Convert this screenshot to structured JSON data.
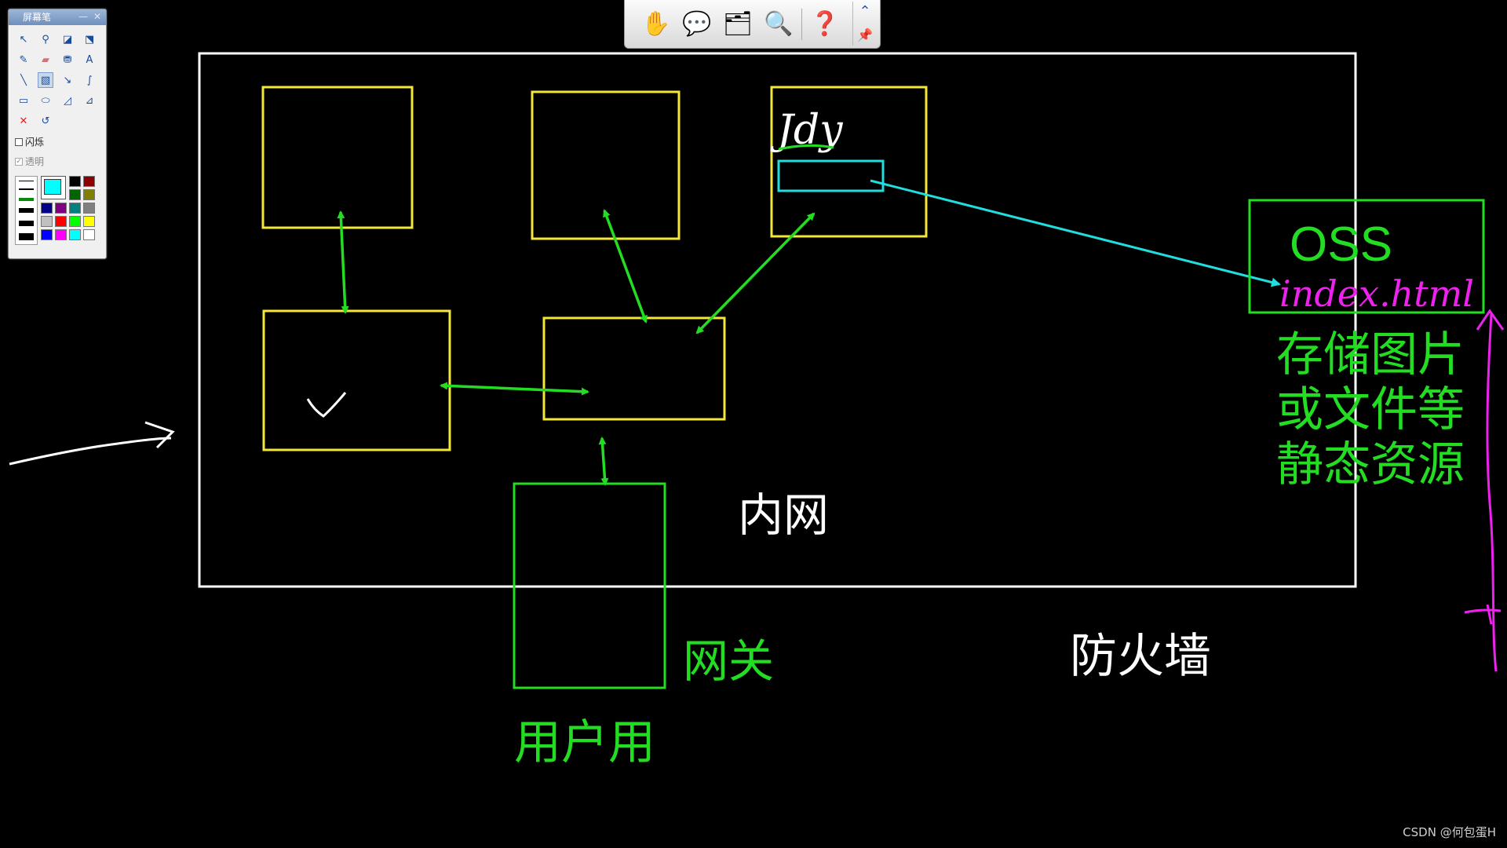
{
  "pen_window": {
    "title": "屏幕笔",
    "minimize": "—",
    "close": "✕",
    "tools": [
      "select-icon",
      "zoom-icon",
      "screenshot-icon",
      "pin-icon",
      "pen-icon",
      "eraser-icon",
      "fill-icon",
      "text-icon",
      "line-icon",
      "highlight-icon",
      "arrow-icon",
      "curve-icon",
      "rectangle-icon",
      "ellipse-icon",
      "polygon-icon",
      "polyline-icon",
      "clear-icon",
      "undo-icon"
    ],
    "flash_label": "闪烁",
    "transparent_label": "透明",
    "transparent_checked": "✓",
    "colors": [
      "#000000",
      "#8b0000",
      "#006400",
      "#808000",
      "#00008b",
      "#800080",
      "#008080",
      "#808080",
      "#c0c0c0",
      "#ff0000",
      "#00ff00",
      "#ffff00",
      "#0000ff",
      "#ff00ff",
      "#00ffff",
      "#ffffff"
    ]
  },
  "presenter_toolbar": {
    "buttons": [
      {
        "name": "hand-icon",
        "glyph": "✋"
      },
      {
        "name": "comment-icon",
        "glyph": "💬"
      },
      {
        "name": "slides-icon",
        "glyph": "🗂"
      },
      {
        "name": "magnifier-icon",
        "glyph": "🔍"
      },
      {
        "name": "help-icon",
        "glyph": "❓"
      }
    ],
    "collapse_glyph": "⌃",
    "pin_glyph": "📌"
  },
  "diagram": {
    "inner_box_handwriting": "Jdy",
    "oss_label": "OSS",
    "oss_file": "index.html",
    "oss_desc": [
      "存储图片",
      "或文件等",
      "静态资源"
    ],
    "intranet_label": "内网",
    "gateway_label": "网关",
    "user_label": "用户用",
    "firewall_label": "防火墙"
  },
  "colors": {
    "background": "#000000",
    "firewall_border": "#ffffff",
    "service_box": "#f5e63a",
    "green": "#22dd22",
    "cyan": "#22dddd",
    "magenta": "#ee22ee"
  },
  "watermark": "CSDN @何包蛋H"
}
